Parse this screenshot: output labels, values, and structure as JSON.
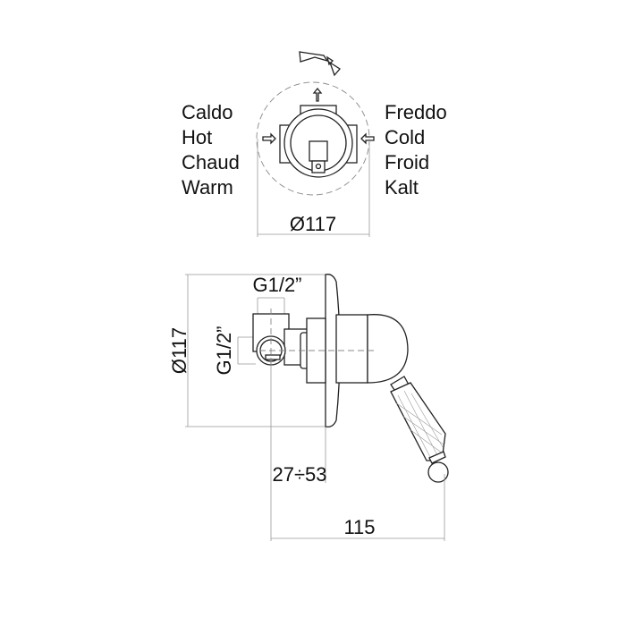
{
  "top_view": {
    "hot_labels": [
      "Caldo",
      "Hot",
      "Chaud",
      "Warm"
    ],
    "cold_labels": [
      "Freddo",
      "Cold",
      "Froid",
      "Kalt"
    ],
    "diameter": "Ø117"
  },
  "side_view": {
    "diameter": "Ø117",
    "thread_top": "G1/2”",
    "thread_side": "G1/2”",
    "depth_range": "27÷53",
    "length": "115"
  }
}
